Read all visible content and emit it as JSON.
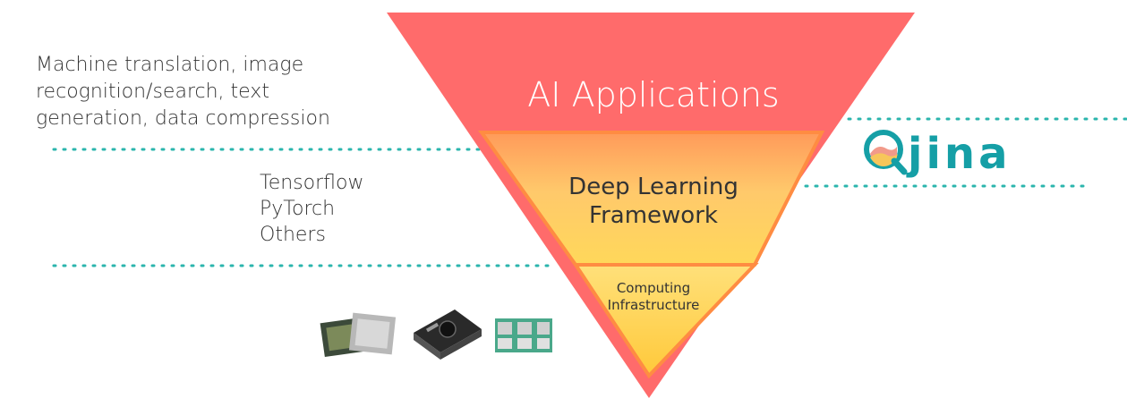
{
  "pyramid": {
    "tiers": [
      {
        "label": "AI Applications",
        "color": "#ff6b6b"
      },
      {
        "label": "Deep Learning Framework",
        "label_lines": [
          "Deep Learning",
          "Framework"
        ],
        "color": "#ffd24d"
      },
      {
        "label": "Computing Infrastructure",
        "label_lines": [
          "Computing",
          "Infrastructure"
        ],
        "color": "#ffcc33"
      }
    ],
    "outline_color": "#ff8c42"
  },
  "annotations": {
    "applications": "Machine translation, image recognition/search, text generation, data compression",
    "frameworks": [
      "Tensorflow",
      "PyTorch",
      "Others"
    ]
  },
  "brand": {
    "name": "jina",
    "color": "#159fa6"
  },
  "hardware_images": [
    "cpu-chip",
    "gpu-card",
    "tpu-board"
  ],
  "colors": {
    "divider": "#2bb5ad",
    "text": "#333333"
  }
}
